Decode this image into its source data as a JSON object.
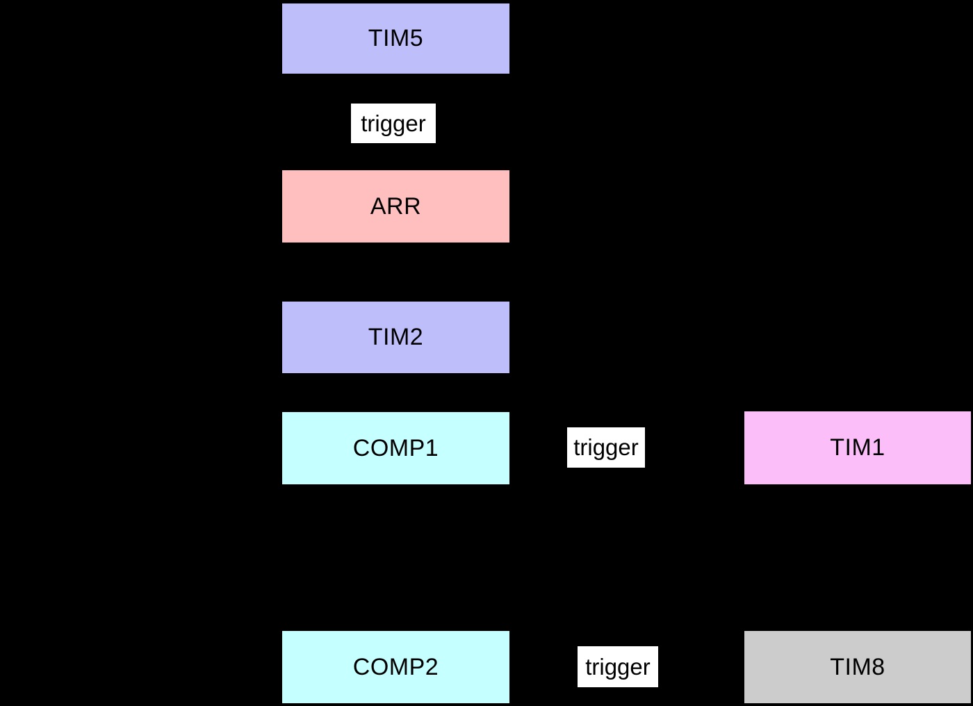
{
  "diagram": {
    "background": "#000000",
    "text_color": "#000000",
    "colors": {
      "timer_lavender": "#BEBEFB",
      "arr_pink": "#FFBFBF",
      "comp_cyan": "#C5FFFF",
      "tim1_magenta": "#FCBEF9",
      "tim8_gray": "#CCCCCC",
      "edge_label_white": "#FFFFFF"
    },
    "blocks": [
      {
        "id": "tim5",
        "label": "TIM5",
        "color": "#BEBEFB"
      },
      {
        "id": "arr",
        "label": "ARR",
        "color": "#FFBFBF"
      },
      {
        "id": "tim2",
        "label": "TIM2",
        "color": "#BEBEFB"
      },
      {
        "id": "comp1",
        "label": "COMP1",
        "color": "#C5FFFF"
      },
      {
        "id": "tim1",
        "label": "TIM1",
        "color": "#FCBEF9"
      },
      {
        "id": "comp2",
        "label": "COMP2",
        "color": "#C5FFFF"
      },
      {
        "id": "tim8",
        "label": "TIM8",
        "color": "#CCCCCC"
      }
    ],
    "edge_labels": [
      {
        "id": "trigger-tim5-arr",
        "label": "trigger",
        "color": "#FFFFFF"
      },
      {
        "id": "trigger-comp1-tim1",
        "label": "trigger",
        "color": "#FFFFFF"
      },
      {
        "id": "trigger-comp2-tim8",
        "label": "trigger",
        "color": "#FFFFFF"
      }
    ]
  }
}
